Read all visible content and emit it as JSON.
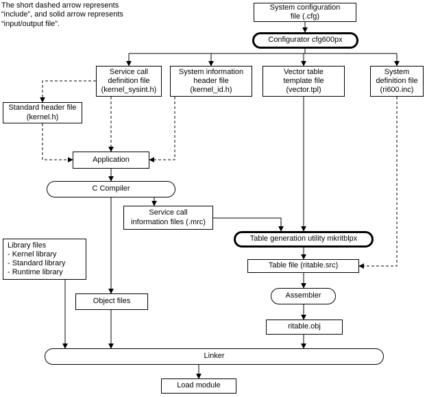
{
  "note": {
    "text": "The short dashed arrow represents\n“include”, and solid arrow represents\n“input/output file”."
  },
  "nodes": {
    "sys_config": {
      "label": "System configuration\nfile (.cfg)"
    },
    "configurator": {
      "label": "Configurator cfg600px"
    },
    "kernel_sysint": {
      "label": "Service call\ndefinition file\n(kernel_sysint.h)"
    },
    "kernel_id": {
      "label": "System information\nheader file\n(kernel_id.h)"
    },
    "vector_tpl": {
      "label": "Vector table\ntemplate file\n(vector.tpl)"
    },
    "ri600_inc": {
      "label": "System\ndefinition file\n(ri600.inc)"
    },
    "kernel_h": {
      "label": "Standard header file\n(kernel.h)"
    },
    "application": {
      "label": "Application"
    },
    "c_compiler": {
      "label": "C Compiler"
    },
    "mrc_files": {
      "label": "Service call\ninformation files (.mrc)"
    },
    "mkritblpx": {
      "label": "Table generation utility mkritblpx"
    },
    "table_file": {
      "label": "Table file (ritable.src)"
    },
    "assembler": {
      "label": "Assembler"
    },
    "ritable_obj": {
      "label": "ritable.obj"
    },
    "library_files": {
      "label": "Library files\n- Kernel library\n- Standard library\n- Runtime library"
    },
    "object_files": {
      "label": "Object files"
    },
    "linker": {
      "label": "Linker"
    },
    "load_module": {
      "label": "Load module"
    }
  },
  "colors": {
    "line": "#000000",
    "box_border": "#000000",
    "background": "#ffffff",
    "text": "#000000"
  }
}
